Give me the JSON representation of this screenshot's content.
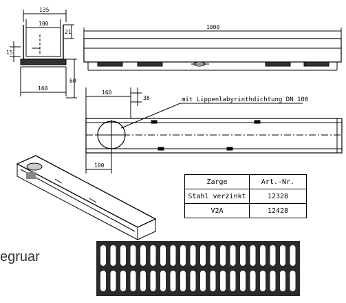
{
  "dims": {
    "w135": "135",
    "w100": "100",
    "h21": "21",
    "h15": "15",
    "w160": "160",
    "h60": "60",
    "w1000": "1000",
    "t160": "160",
    "t38": "38",
    "t100": "100"
  },
  "annotation": "mit Lippenlabyrinthdichtung DN 100",
  "table": {
    "headers": [
      "Zarge",
      "Art.-Nr."
    ],
    "rows": [
      [
        "Stahl verzinkt",
        "12328"
      ],
      [
        "V2A",
        "12428"
      ]
    ]
  },
  "grate_label": "egruar"
}
